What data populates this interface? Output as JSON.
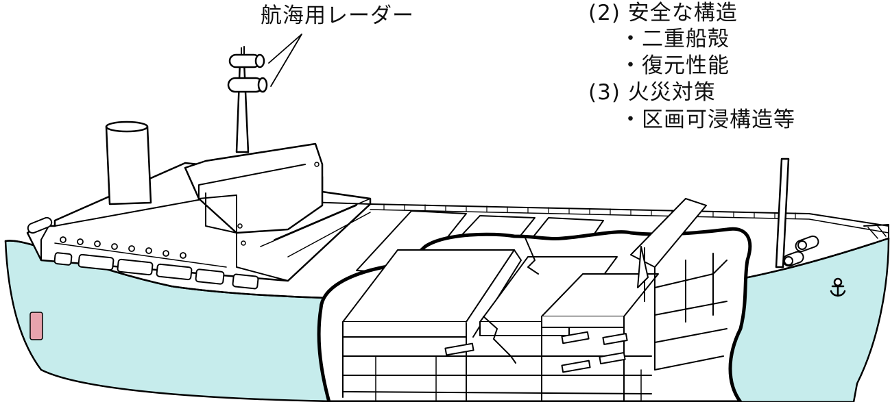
{
  "labels": {
    "radar": "航海用レーダー",
    "section2": "(2) 安全な構造",
    "item_double_hull": "・二重船殻",
    "item_stability": "・復元性能",
    "section3": "(3) 火災対策",
    "item_compartment": "・区画可浸構造等"
  },
  "colors": {
    "hull": "#c6ecec",
    "line": "#000000",
    "rudder": "#e8a3ad",
    "background": "#ffffff"
  }
}
